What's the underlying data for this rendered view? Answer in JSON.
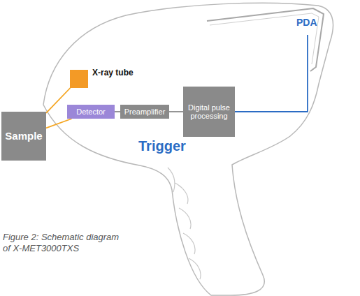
{
  "diagram": {
    "caption": "Figure 2: Schematic diagram of X-MET3000TXS",
    "nodes": [
      {
        "text": [
          "Sample"
        ]
      },
      {
        "text": [
          "X-ray tube"
        ]
      },
      {
        "text": [
          "Detector"
        ]
      },
      {
        "text": [
          "Preamplifier"
        ]
      },
      {
        "text": [
          "Digital pulse processing"
        ]
      }
    ],
    "edges": [
      {
        "from": 1,
        "to": 0,
        "arrow": "none"
      },
      {
        "from": 0,
        "to": 2,
        "arrow": "none"
      },
      {
        "from": 2,
        "to": 3,
        "arrow": "none"
      },
      {
        "from": 3,
        "to": 4,
        "arrow": "none"
      }
    ],
    "labels": [
      "PDA",
      "Trigger"
    ]
  }
}
